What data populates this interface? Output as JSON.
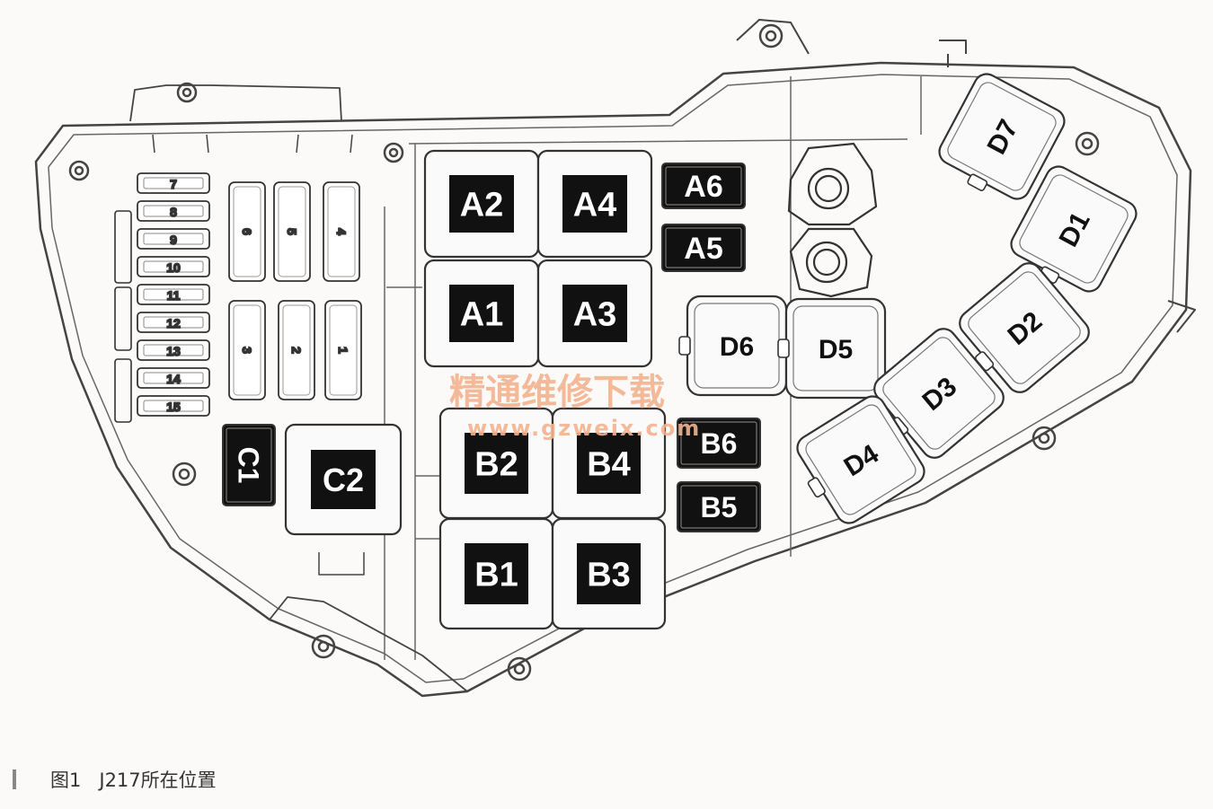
{
  "relays": {
    "A1": "A1",
    "A2": "A2",
    "A3": "A3",
    "A4": "A4",
    "A5": "A5",
    "A6": "A6",
    "B1": "B1",
    "B2": "B2",
    "B3": "B3",
    "B4": "B4",
    "B5": "B5",
    "B6": "B6",
    "C1": "C1",
    "C2": "C2",
    "D1": "D1",
    "D2": "D2",
    "D3": "D3",
    "D4": "D4",
    "D5": "D5",
    "D6": "D6",
    "D7": "D7"
  },
  "fuses_small": [
    "7",
    "8",
    "9",
    "10",
    "11",
    "12",
    "13",
    "14",
    "15"
  ],
  "fuses_large": [
    "6",
    "5",
    "4",
    "3",
    "2",
    "1"
  ],
  "watermark": {
    "name": "精通维修下载",
    "url": "www.gzweix.com"
  },
  "caption": {
    "figure": "图1",
    "text": "J217所在位置"
  }
}
